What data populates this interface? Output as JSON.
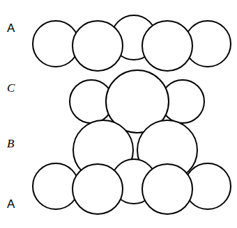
{
  "diagram": {
    "labels": [
      "A",
      "C",
      "B",
      "A"
    ]
  }
}
